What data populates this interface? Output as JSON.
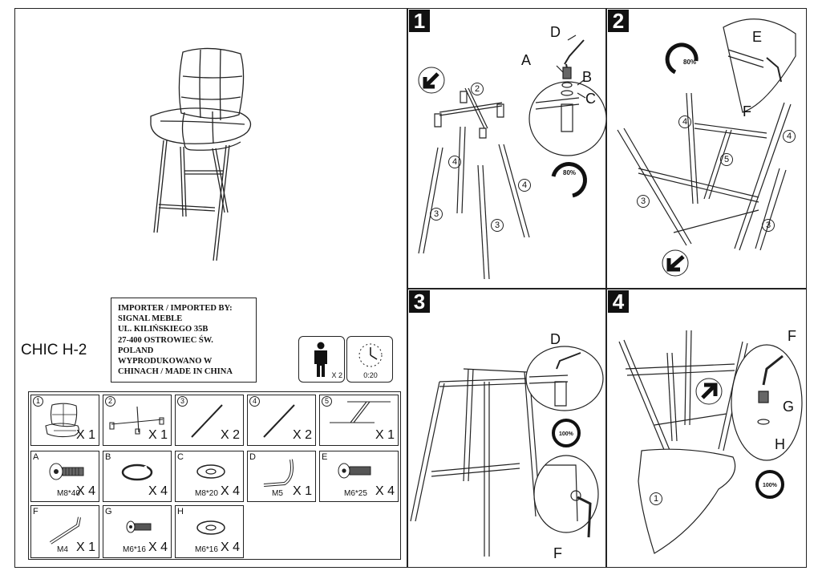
{
  "model_name": "CHIC H-2",
  "importer": [
    "IMPORTER / IMPORTED BY:",
    "SIGNAL MEBLE",
    "UL. KILIŃSKIEGO 35B",
    "27-400 OSTROWIEC ŚW.",
    "POLAND",
    "WYPRODUKOWANO W",
    "CHINACH / MADE IN CHINA"
  ],
  "assembly_info": {
    "persons": "X 2",
    "time": "0:20"
  },
  "parts": [
    {
      "id": "1",
      "qty": "X 1",
      "size": ""
    },
    {
      "id": "2",
      "qty": "X 1",
      "size": ""
    },
    {
      "id": "3",
      "qty": "X 2",
      "size": ""
    },
    {
      "id": "4",
      "qty": "X 2",
      "size": ""
    },
    {
      "id": "5",
      "qty": "X 1",
      "size": ""
    },
    {
      "id": "A",
      "qty": "X 4",
      "size": "M8*40"
    },
    {
      "id": "B",
      "qty": "X 4",
      "size": ""
    },
    {
      "id": "C",
      "qty": "X 4",
      "size": "M8*20"
    },
    {
      "id": "D",
      "qty": "X 1",
      "size": "M5"
    },
    {
      "id": "E",
      "qty": "X 4",
      "size": "M6*25"
    },
    {
      "id": "F",
      "qty": "X 1",
      "size": "M4"
    },
    {
      "id": "G",
      "qty": "X 4",
      "size": "M6*16"
    },
    {
      "id": "H",
      "qty": "X 4",
      "size": "M6*16"
    }
  ],
  "steps": [
    {
      "num": "1",
      "rotation": "80%",
      "callouts": [
        "D",
        "A",
        "B",
        "C",
        "2",
        "4",
        "4",
        "3",
        "3"
      ]
    },
    {
      "num": "2",
      "rotation": "80%",
      "callouts": [
        "E",
        "F",
        "4",
        "4",
        "5",
        "3",
        "3"
      ]
    },
    {
      "num": "3",
      "rotation": "100%",
      "callouts": [
        "D",
        "F"
      ]
    },
    {
      "num": "4",
      "rotation": "100%",
      "callouts": [
        "F",
        "G",
        "H",
        "1"
      ]
    }
  ],
  "icons": [
    "person-icon",
    "clock-icon",
    "rotate-arrow-icon",
    "direction-arrow-icon",
    "screw-icon",
    "allen-key-icon",
    "washer-icon"
  ]
}
